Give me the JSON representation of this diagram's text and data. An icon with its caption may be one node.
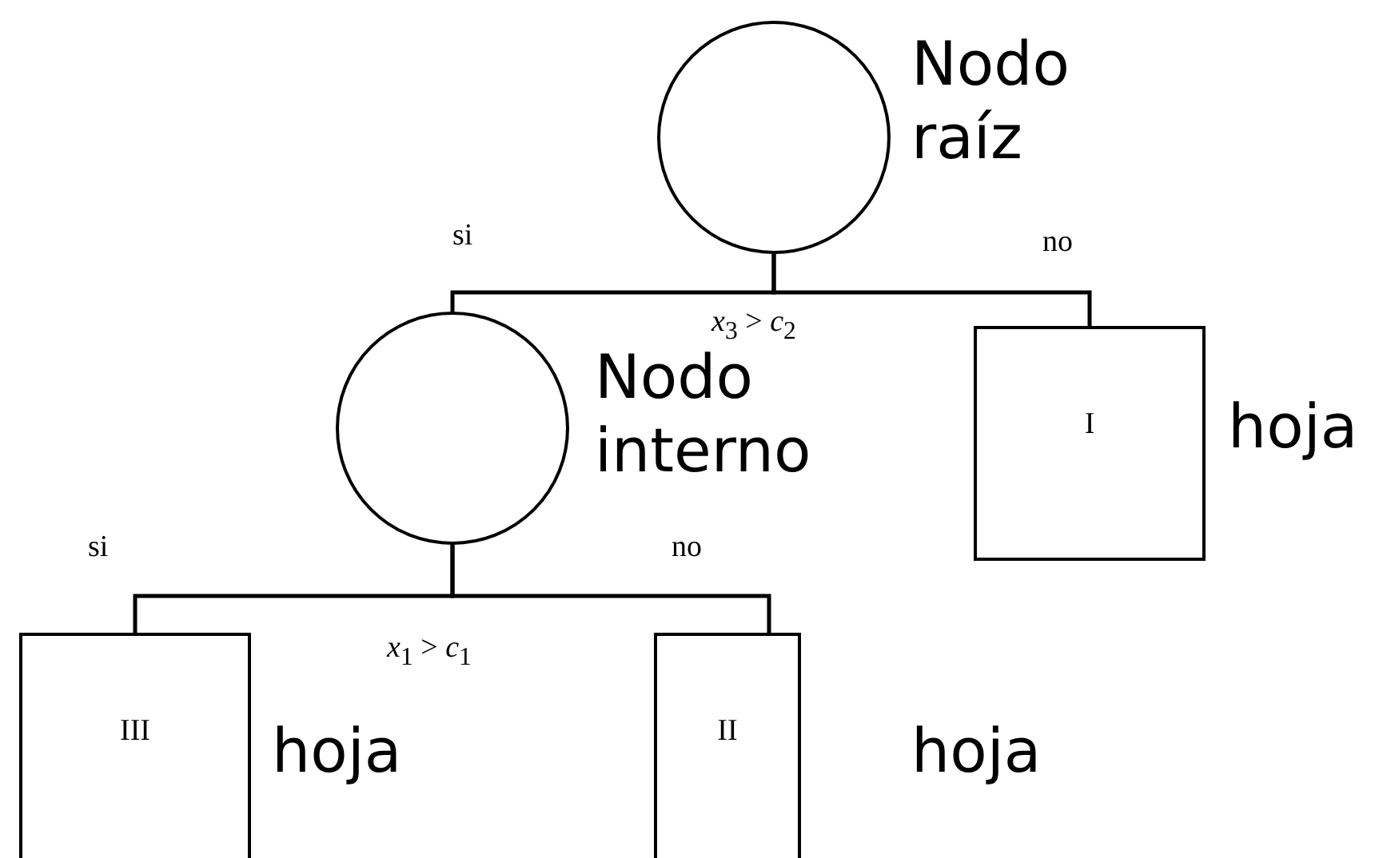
{
  "diagram": {
    "nodes": [
      {
        "text": [],
        "shape": "circle",
        "beside": [
          "Nodo raíz"
        ]
      },
      {
        "text": [],
        "shape": "circle",
        "beside": [
          "Nodo interno"
        ]
      },
      {
        "text": [
          "I"
        ],
        "beside": [
          "hoja"
        ]
      },
      {
        "text": [
          "III"
        ],
        "beside": [
          "hoja"
        ]
      },
      {
        "text": [
          "II"
        ],
        "beside": [
          "hoja"
        ]
      }
    ],
    "edges": [
      {
        "from": 0,
        "to": 1,
        "arrow": "none"
      },
      {
        "from": 0,
        "to": 2,
        "arrow": "none"
      },
      {
        "from": 1,
        "to": 3,
        "arrow": "none"
      },
      {
        "from": 1,
        "to": 4,
        "arrow": "none"
      }
    ],
    "labels": [
      "si",
      "no",
      "*x*$_{3}$ > *c*$_{2}$",
      "si",
      "no",
      "*x*$_{1}$ > *c*$_{1}$"
    ]
  }
}
